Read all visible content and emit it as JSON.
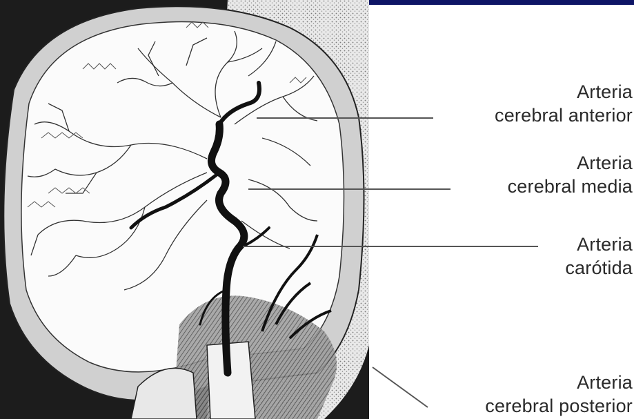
{
  "labels": {
    "anterior": {
      "line1": "Arteria",
      "line2": "cerebral anterior"
    },
    "media": {
      "line1": "Arteria",
      "line2": "cerebral media"
    },
    "carotida": {
      "line1": "Arteria",
      "line2": "carótida"
    },
    "posterior": {
      "line1": "Arteria",
      "line2": "cerebral posterior"
    }
  },
  "colors": {
    "background": "#ffffff",
    "header_bar": "#0e1566",
    "label_text": "#2a2a2a",
    "leader_line": "#555555",
    "skull_shade": "#cfcfcf",
    "dark_background": "#1c1c1c"
  }
}
